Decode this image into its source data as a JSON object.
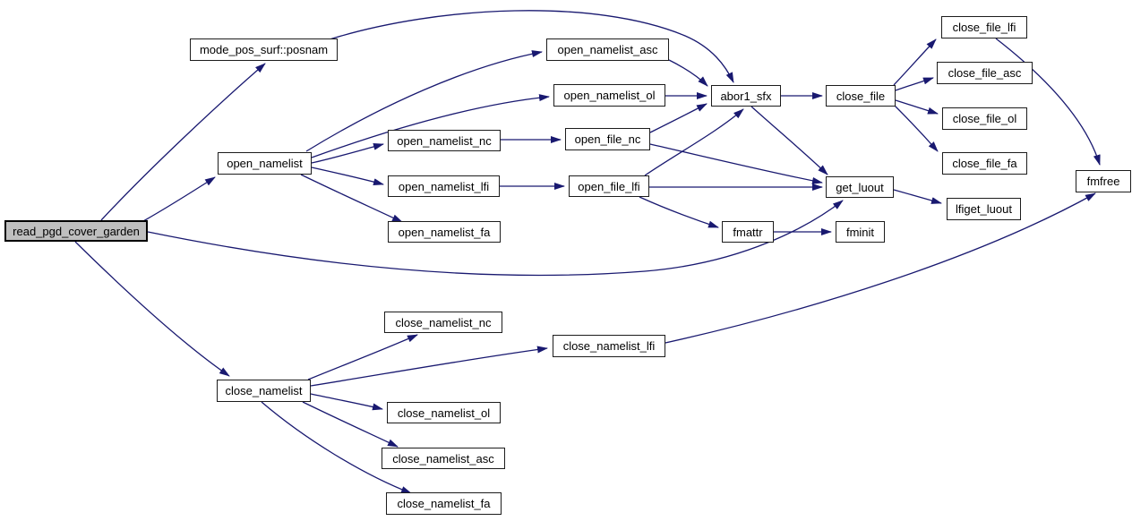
{
  "diagram": {
    "type": "doxygen-call-graph",
    "background": "#ffffff",
    "edge_color": "#191970",
    "node_fill": "#ffffff",
    "node_border_color": "#000000",
    "root_node_fill": "#bfbfbf",
    "nodes": {
      "read_pgd_cover_garden": {
        "label": "read_pgd_cover_garden",
        "is_root": true
      },
      "posnam": {
        "label": "mode_pos_surf::posnam"
      },
      "open_namelist": {
        "label": "open_namelist"
      },
      "open_namelist_asc": {
        "label": "open_namelist_asc"
      },
      "open_namelist_ol": {
        "label": "open_namelist_ol"
      },
      "open_namelist_nc": {
        "label": "open_namelist_nc"
      },
      "open_namelist_lfi": {
        "label": "open_namelist_lfi"
      },
      "open_namelist_fa": {
        "label": "open_namelist_fa"
      },
      "open_file_nc": {
        "label": "open_file_nc"
      },
      "open_file_lfi": {
        "label": "open_file_lfi"
      },
      "abor1_sfx": {
        "label": "abor1_sfx"
      },
      "close_file": {
        "label": "close_file"
      },
      "close_file_lfi": {
        "label": "close_file_lfi"
      },
      "close_file_asc": {
        "label": "close_file_asc"
      },
      "close_file_ol": {
        "label": "close_file_ol"
      },
      "close_file_fa": {
        "label": "close_file_fa"
      },
      "fmfree": {
        "label": "fmfree"
      },
      "get_luout": {
        "label": "get_luout"
      },
      "lfiget_luout": {
        "label": "lfiget_luout"
      },
      "fmattr": {
        "label": "fmattr"
      },
      "fminit": {
        "label": "fminit"
      },
      "close_namelist": {
        "label": "close_namelist"
      },
      "close_namelist_nc": {
        "label": "close_namelist_nc"
      },
      "close_namelist_lfi": {
        "label": "close_namelist_lfi"
      },
      "close_namelist_ol": {
        "label": "close_namelist_ol"
      },
      "close_namelist_asc": {
        "label": "close_namelist_asc"
      },
      "close_namelist_fa": {
        "label": "close_namelist_fa"
      }
    },
    "edges": [
      {
        "from": "read_pgd_cover_garden",
        "to": "posnam"
      },
      {
        "from": "read_pgd_cover_garden",
        "to": "open_namelist"
      },
      {
        "from": "read_pgd_cover_garden",
        "to": "close_namelist"
      },
      {
        "from": "read_pgd_cover_garden",
        "to": "get_luout"
      },
      {
        "from": "posnam",
        "to": "abor1_sfx"
      },
      {
        "from": "open_namelist",
        "to": "open_namelist_asc"
      },
      {
        "from": "open_namelist",
        "to": "open_namelist_ol"
      },
      {
        "from": "open_namelist",
        "to": "open_namelist_nc"
      },
      {
        "from": "open_namelist",
        "to": "open_namelist_lfi"
      },
      {
        "from": "open_namelist",
        "to": "open_namelist_fa"
      },
      {
        "from": "open_namelist_asc",
        "to": "abor1_sfx"
      },
      {
        "from": "open_namelist_ol",
        "to": "abor1_sfx"
      },
      {
        "from": "open_namelist_nc",
        "to": "open_file_nc"
      },
      {
        "from": "open_namelist_lfi",
        "to": "open_file_lfi"
      },
      {
        "from": "open_file_nc",
        "to": "abor1_sfx"
      },
      {
        "from": "open_file_nc",
        "to": "get_luout"
      },
      {
        "from": "open_file_lfi",
        "to": "abor1_sfx"
      },
      {
        "from": "open_file_lfi",
        "to": "get_luout"
      },
      {
        "from": "open_file_lfi",
        "to": "fmattr"
      },
      {
        "from": "abor1_sfx",
        "to": "close_file"
      },
      {
        "from": "abor1_sfx",
        "to": "get_luout"
      },
      {
        "from": "close_file",
        "to": "close_file_lfi"
      },
      {
        "from": "close_file",
        "to": "close_file_asc"
      },
      {
        "from": "close_file",
        "to": "close_file_ol"
      },
      {
        "from": "close_file",
        "to": "close_file_fa"
      },
      {
        "from": "close_file_lfi",
        "to": "fmfree"
      },
      {
        "from": "get_luout",
        "to": "lfiget_luout"
      },
      {
        "from": "fmattr",
        "to": "fminit"
      },
      {
        "from": "close_namelist",
        "to": "close_namelist_nc"
      },
      {
        "from": "close_namelist",
        "to": "close_namelist_lfi"
      },
      {
        "from": "close_namelist",
        "to": "close_namelist_ol"
      },
      {
        "from": "close_namelist",
        "to": "close_namelist_asc"
      },
      {
        "from": "close_namelist",
        "to": "close_namelist_fa"
      },
      {
        "from": "close_namelist_lfi",
        "to": "fmfree"
      }
    ]
  }
}
